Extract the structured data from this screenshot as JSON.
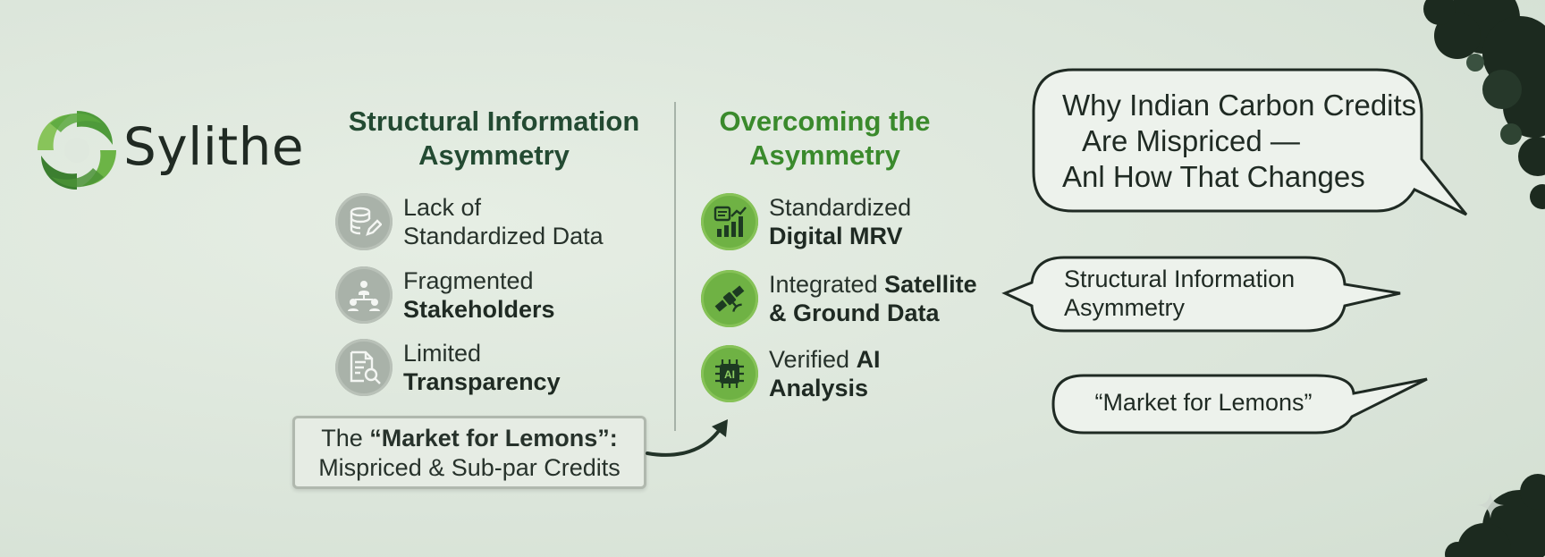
{
  "logo": {
    "name": "Sylithe"
  },
  "left_column": {
    "title_line1": "Structural Information",
    "title_line2": "Asymmetry",
    "items": [
      {
        "line1": "Lack of",
        "line2_plain": "Standardized Data",
        "line2_bold": ""
      },
      {
        "line1": "Fragmented",
        "line2_plain": "",
        "line2_bold": "Stakeholders"
      },
      {
        "line1": "Limited",
        "line2_plain": "",
        "line2_bold": "Transparency"
      }
    ],
    "lemons": {
      "prefix": "The ",
      "bold": "“Market for Lemons”:",
      "line2": "Mispriced & Sub-par Credits"
    }
  },
  "right_column": {
    "title_line1": "Overcoming the",
    "title_line2": "Asymmetry",
    "items": [
      {
        "line1_plain": "Standardized",
        "line1_bold": "",
        "line2_bold": "Digital MRV"
      },
      {
        "line1_plain": "Integrated ",
        "line1_bold": "Satellite",
        "line2_bold": "& Ground Data"
      },
      {
        "line1_plain": "Verified ",
        "line1_bold": "AI",
        "line2_bold": "Analysis"
      }
    ],
    "ai_chip_label": "AI"
  },
  "bubbles": {
    "main": [
      "Why Indian Carbon Credits",
      "Are Mispriced —",
      "Anl How That Changes"
    ],
    "middle": [
      "Structural Information",
      "Asymmetry"
    ],
    "bottom": "“Market for Lemons”"
  },
  "colors": {
    "dark_green": "#234a32",
    "accent_green": "#3a8a2c",
    "icon_green": "#6fb244",
    "icon_gray": "#a9b2a9",
    "background": "#dfe8de"
  }
}
